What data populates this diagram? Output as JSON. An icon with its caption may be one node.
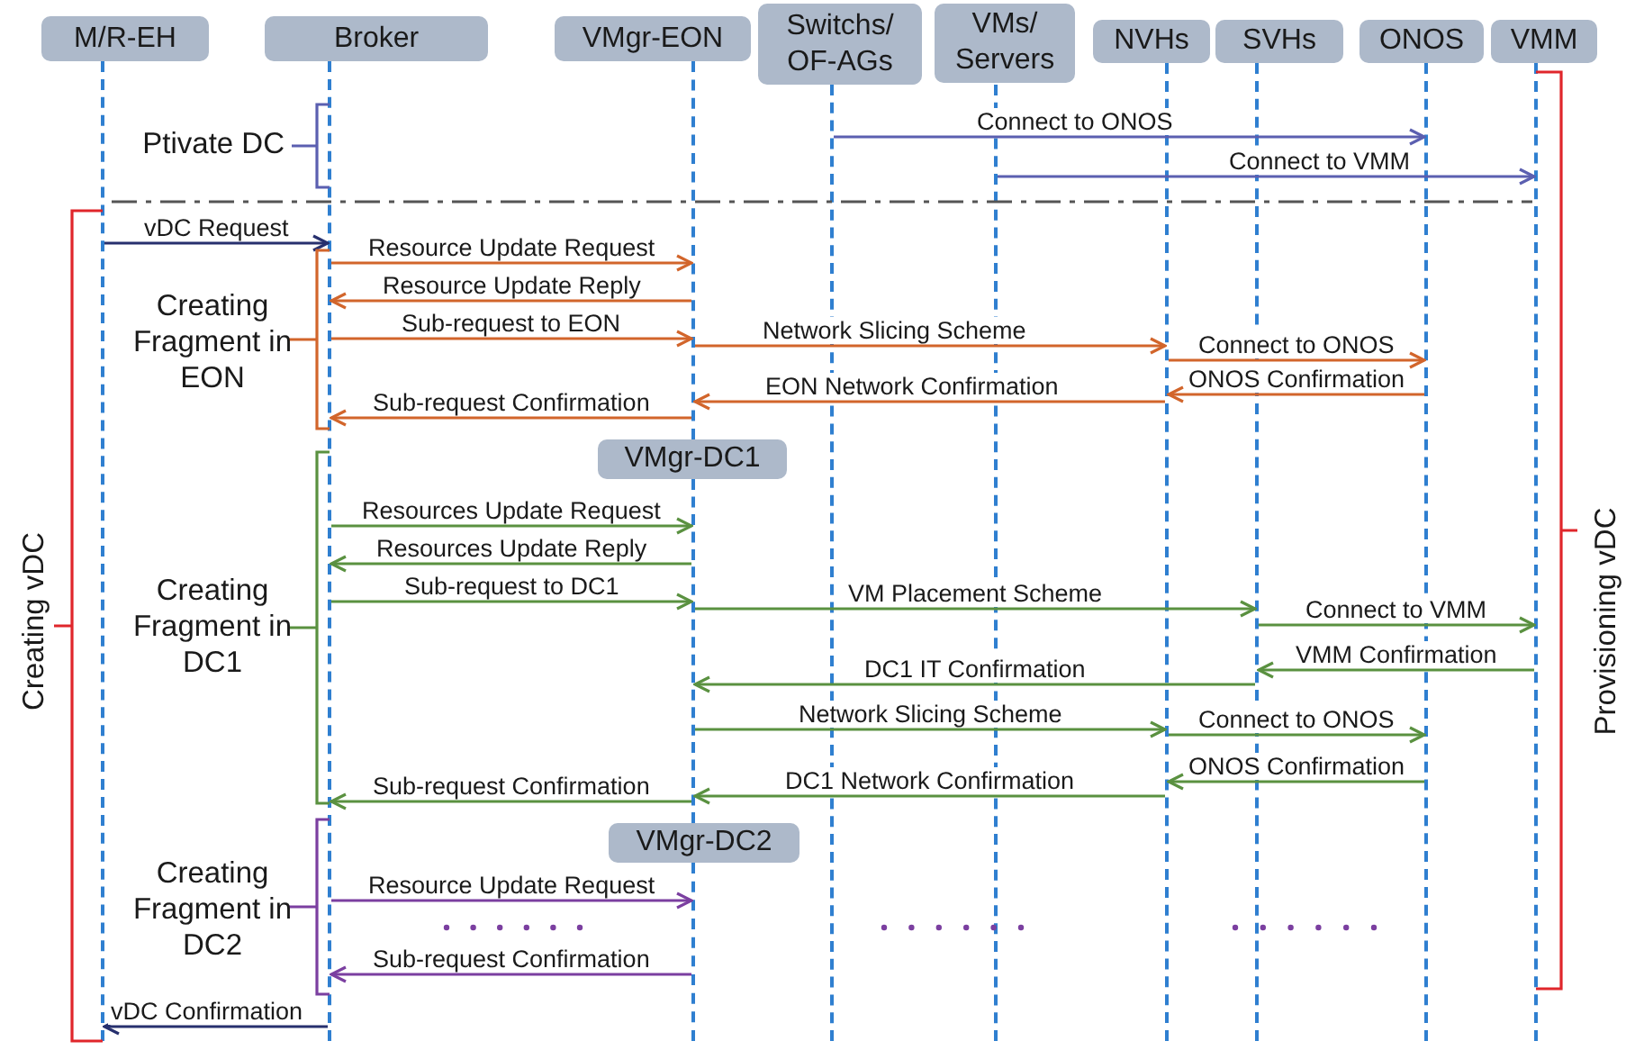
{
  "diagram": {
    "nodes": [
      {
        "text": [
          "M/R-EH"
        ]
      },
      {
        "text": [
          "Broker"
        ]
      },
      {
        "text": [
          "VMgr-EON"
        ]
      },
      {
        "text": [
          "Switchs/ OF-AGs"
        ]
      },
      {
        "text": [
          "VMs/ Servers"
        ]
      },
      {
        "text": [
          "NVHs"
        ]
      },
      {
        "text": [
          "SVHs"
        ]
      },
      {
        "text": [
          "ONOS"
        ]
      },
      {
        "text": [
          "VMM"
        ]
      },
      {
        "text": [
          "VMgr-DC1"
        ]
      },
      {
        "text": [
          "VMgr-DC2"
        ]
      },
      {
        "text": [],
        "shape": "line"
      },
      {
        "text": [],
        "shape": "line"
      },
      {
        "text": [],
        "shape": "line"
      },
      {
        "text": [],
        "shape": "line"
      },
      {
        "text": [],
        "shape": "line"
      },
      {
        "text": [],
        "shape": "line"
      },
      {
        "text": [],
        "shape": "line"
      },
      {
        "text": [],
        "shape": "line"
      },
      {
        "text": [],
        "shape": "line"
      },
      {
        "text": [],
        "shape": "line"
      },
      {
        "text": [],
        "shape": "line"
      }
    ],
    "edges": [
      {
        "from": 14,
        "to": 18,
        "arrow": "to",
        "label": "Connect to ONOS",
        "color": "#5b5fb0"
      },
      {
        "from": 15,
        "to": 19,
        "arrow": "to",
        "label": "Connect to VMM",
        "color": "#5b5fb0"
      },
      {
        "from": 11,
        "to": 12,
        "arrow": "to",
        "label": "vDC Request",
        "color": "#27306e"
      },
      {
        "from": 12,
        "to": 13,
        "arrow": "to",
        "label": "Resource Update Request",
        "color": "#d2652b"
      },
      {
        "from": 13,
        "to": 12,
        "arrow": "to",
        "label": "Resource Update Reply",
        "color": "#d2652b"
      },
      {
        "from": 12,
        "to": 13,
        "arrow": "to",
        "label": "Sub-request to EON",
        "color": "#d2652b"
      },
      {
        "from": 13,
        "to": 16,
        "arrow": "to",
        "label": "Network Slicing Scheme",
        "color": "#d2652b"
      },
      {
        "from": 16,
        "to": 18,
        "arrow": "to",
        "label": "Connect to ONOS",
        "color": "#d2652b"
      },
      {
        "from": 18,
        "to": 16,
        "arrow": "to",
        "label": "ONOS Confirmation",
        "color": "#d2652b"
      },
      {
        "from": 16,
        "to": 13,
        "arrow": "to",
        "label": "EON Network Confirmation",
        "color": "#d2652b"
      },
      {
        "from": 13,
        "to": 12,
        "arrow": "to",
        "label": "Sub-request Confirmation",
        "color": "#d2652b"
      },
      {
        "from": 12,
        "to": 20,
        "arrow": "to",
        "label": "Resources Update Request"
      },
      {
        "from": 20,
        "to": 12,
        "arrow": "to",
        "label": "Resources Update Reply"
      },
      {
        "from": 12,
        "to": 20,
        "arrow": "to",
        "label": "Sub-request to DC1"
      },
      {
        "from": 20,
        "to": 17,
        "arrow": "to",
        "label": "VM Placement Scheme"
      },
      {
        "from": 17,
        "to": 19,
        "arrow": "to",
        "label": "Connect to VMM"
      },
      {
        "from": 19,
        "to": 17,
        "arrow": "to",
        "label": "VMM Confirmation"
      },
      {
        "from": 17,
        "to": 20,
        "arrow": "to",
        "label": "DC1 IT Confirmation"
      },
      {
        "from": 20,
        "to": 16,
        "arrow": "to",
        "label": "Network Slicing Scheme"
      },
      {
        "from": 16,
        "to": 18,
        "arrow": "to",
        "label": "Connect to ONOS"
      },
      {
        "from": 18,
        "to": 16,
        "arrow": "to",
        "label": "ONOS Confirmation"
      },
      {
        "from": 16,
        "to": 20,
        "arrow": "to",
        "label": "DC1 Network Confirmation"
      },
      {
        "from": 20,
        "to": 12,
        "arrow": "to",
        "label": "Sub-request Confirmation"
      },
      {
        "from": 12,
        "to": 21,
        "arrow": "to",
        "label": "Resource Update Request",
        "color": "#7b3fa0"
      },
      {
        "from": 21,
        "to": 12,
        "arrow": "to",
        "label": "Sub-request Confirmation",
        "color": "#7b3fa0"
      },
      {
        "from": 12,
        "to": 11,
        "arrow": "to",
        "label": "vDC Confirmation",
        "color": "#27306e"
      }
    ],
    "labels": [
      "Ptivate DC",
      "Creating Fragment in EON",
      "Creating Fragment in DC1",
      "Creating Fragment in DC2",
      "Creating vDC",
      "Provisioning vDC"
    ]
  }
}
